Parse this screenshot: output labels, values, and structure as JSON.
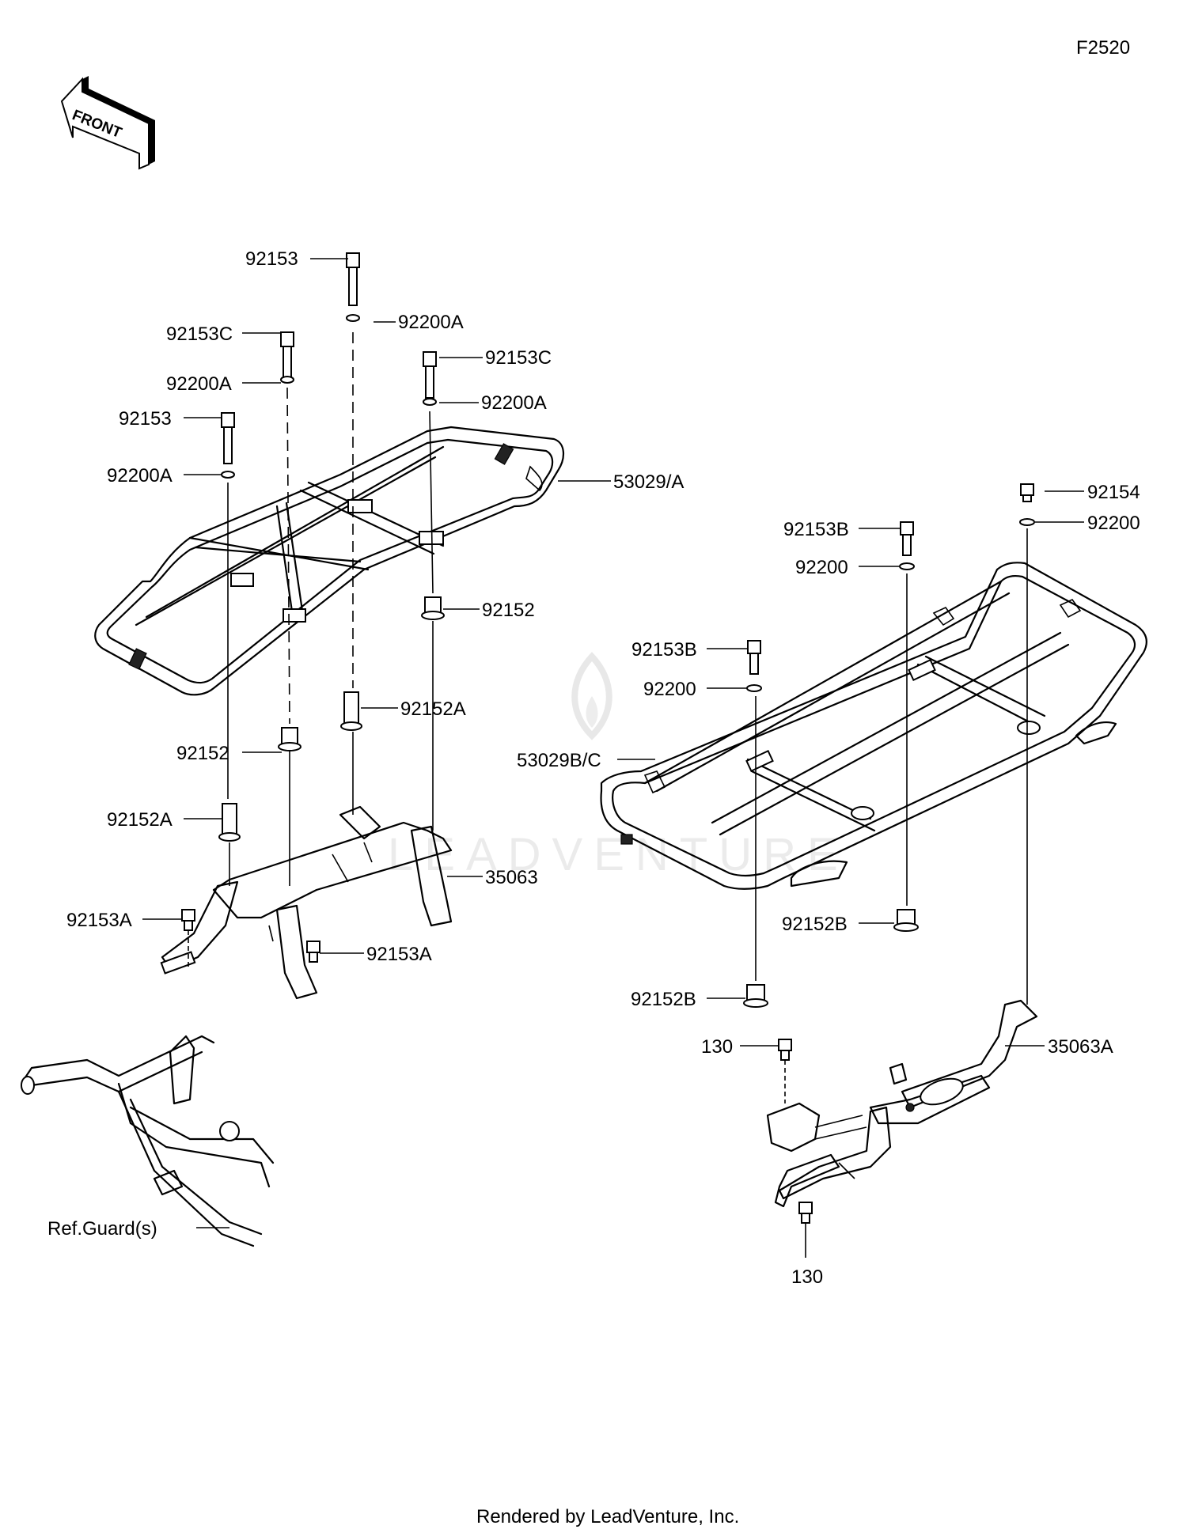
{
  "figure_code": "F2520",
  "front_arrow_label": "FRONT",
  "watermark_text": "LEADVENTURE",
  "footer_text": "Rendered by LeadVenture, Inc.",
  "callouts": {
    "l_92153_top": "92153",
    "l_92200A_1": "92200A",
    "l_92153C_left": "92153C",
    "l_92153C_right": "92153C",
    "l_92200A_2": "92200A",
    "l_92200A_3": "92200A",
    "l_92153_left": "92153",
    "l_92200A_4": "92200A",
    "l_53029A": "53029/A",
    "l_92152_right": "92152",
    "l_92152A_mid": "92152A",
    "l_92152_left": "92152",
    "l_92152A_left": "92152A",
    "l_35063": "35063",
    "l_92153A_left": "92153A",
    "l_92153A_right": "92153A",
    "l_ref_guard": "Ref.Guard(s)",
    "l_92154": "92154",
    "l_92200_r1": "92200",
    "l_92153B_top": "92153B",
    "l_92200_r2": "92200",
    "l_92153B_mid": "92153B",
    "l_92200_r3": "92200",
    "l_53029BC": "53029B/C",
    "l_92152B_right": "92152B",
    "l_92152B_left": "92152B",
    "l_130_top": "130",
    "l_35063A": "35063A",
    "l_130_bottom": "130"
  }
}
